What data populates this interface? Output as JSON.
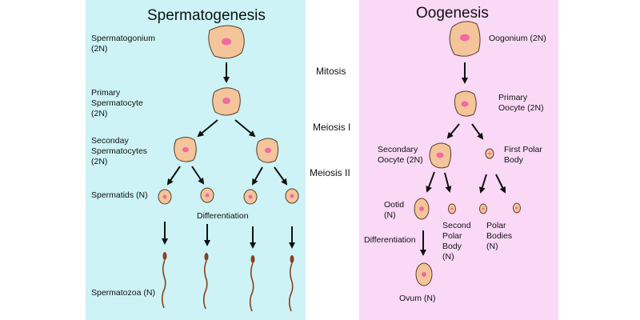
{
  "spermatogenesis": {
    "title": "Spermatogenesis",
    "spermatogonium": [
      "Spermatogonium",
      "(2N)"
    ],
    "primary": [
      "Primary",
      "Spermatocyte",
      "(2N)"
    ],
    "secondary": [
      "Seconday",
      "Spermatocytes",
      "(2N)"
    ],
    "spermatids": "Spermatids (N)",
    "differentiation": "Differentiation",
    "spermatozoa": "Spermatozoa (N)"
  },
  "stages": {
    "mitosis": "Mitosis",
    "meiosis1": "Meiosis I",
    "meiosis2": "Meiosis II"
  },
  "oogenesis": {
    "title": "Oogenesis",
    "oogonium": "Oogonium (2N)",
    "primary": [
      "Primary",
      "Oocyte  (2N)"
    ],
    "secondary": [
      "Secondary",
      "Oocyte  (2N)"
    ],
    "first_polar": [
      "First Polar",
      "Body"
    ],
    "ootid": [
      "Ootid",
      "(N)"
    ],
    "differentiation": "Differentiation",
    "second_polar": [
      "Second",
      "Polar",
      "Body",
      "(N)"
    ],
    "polar_bodies": [
      "Polar",
      "Bodies",
      "(N)"
    ],
    "ovum": "Ovum  (N)"
  },
  "colors": {
    "sperm_panel": "#cdf3f6",
    "oo_panel": "#fad9f7",
    "cell_fill": "#f4c59a",
    "nucleus": "#f06aa3",
    "tail": "#8a3f1c"
  }
}
